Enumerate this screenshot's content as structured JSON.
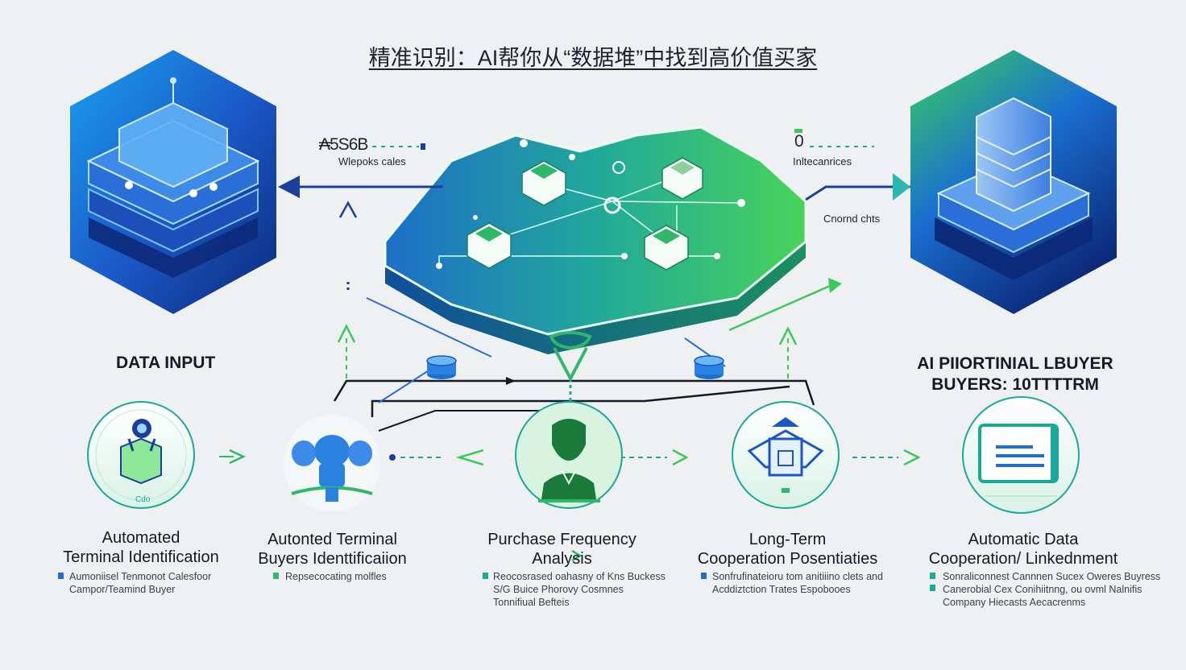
{
  "title": "精准识别：AI帮你从“数据堆”中找到高价值买家",
  "top_left": {
    "value": "₳5S6B",
    "label": "Wlepoks cales"
  },
  "top_right": {
    "value": "0",
    "label": "Inltecanrices",
    "sub_label": "Cnornd chts"
  },
  "data_input": {
    "label": "DATA INPUT"
  },
  "ai_output": {
    "line1": "AI PIIORTINIAL LBUYER",
    "line2": "BUYERS: 10TTTTRM"
  },
  "steps": [
    {
      "title_lines": [
        "Automated",
        "Terminal Identification"
      ],
      "desc_lines": [
        "Aumoniisel Tenmonot Calesfoor",
        "Campor/Teamind Buyer"
      ],
      "icon_caption": "Cdo"
    },
    {
      "title_lines": [
        "Autonted Terminal",
        "Buyers Identtificaiion"
      ],
      "desc_lines": [
        "Repsecocating molfles"
      ]
    },
    {
      "title_lines": [
        "Purchase Frequency",
        "Analysis"
      ],
      "desc_lines": [
        "Reocosrased oahasny of Kns Buckess",
        "S/G Buice Phorovy Cosmnes",
        "Tonnifiual Befteis"
      ]
    },
    {
      "title_lines": [
        "Long-Term",
        "Cooperation Posentiaties"
      ],
      "desc_lines": [
        "Sonfrufinateioru tom anitiiino clets and",
        "Acddiztction Trates Espobooes"
      ]
    },
    {
      "title_lines": [
        "Automatic Data",
        "Cooperation/ Linkednment"
      ],
      "desc_lines": [
        "Sonraliconnest Cannnen Sucex Oweres Buyress",
        "Canerobial Cex Conihiitnng, ou ovml Nalnifis",
        "Company Hiecasts Aecacrenms"
      ]
    }
  ],
  "colors": {
    "blue": "#1e6fd0",
    "green": "#3cc85a",
    "teal": "#1aa89a",
    "navy": "#0d2a6b"
  }
}
